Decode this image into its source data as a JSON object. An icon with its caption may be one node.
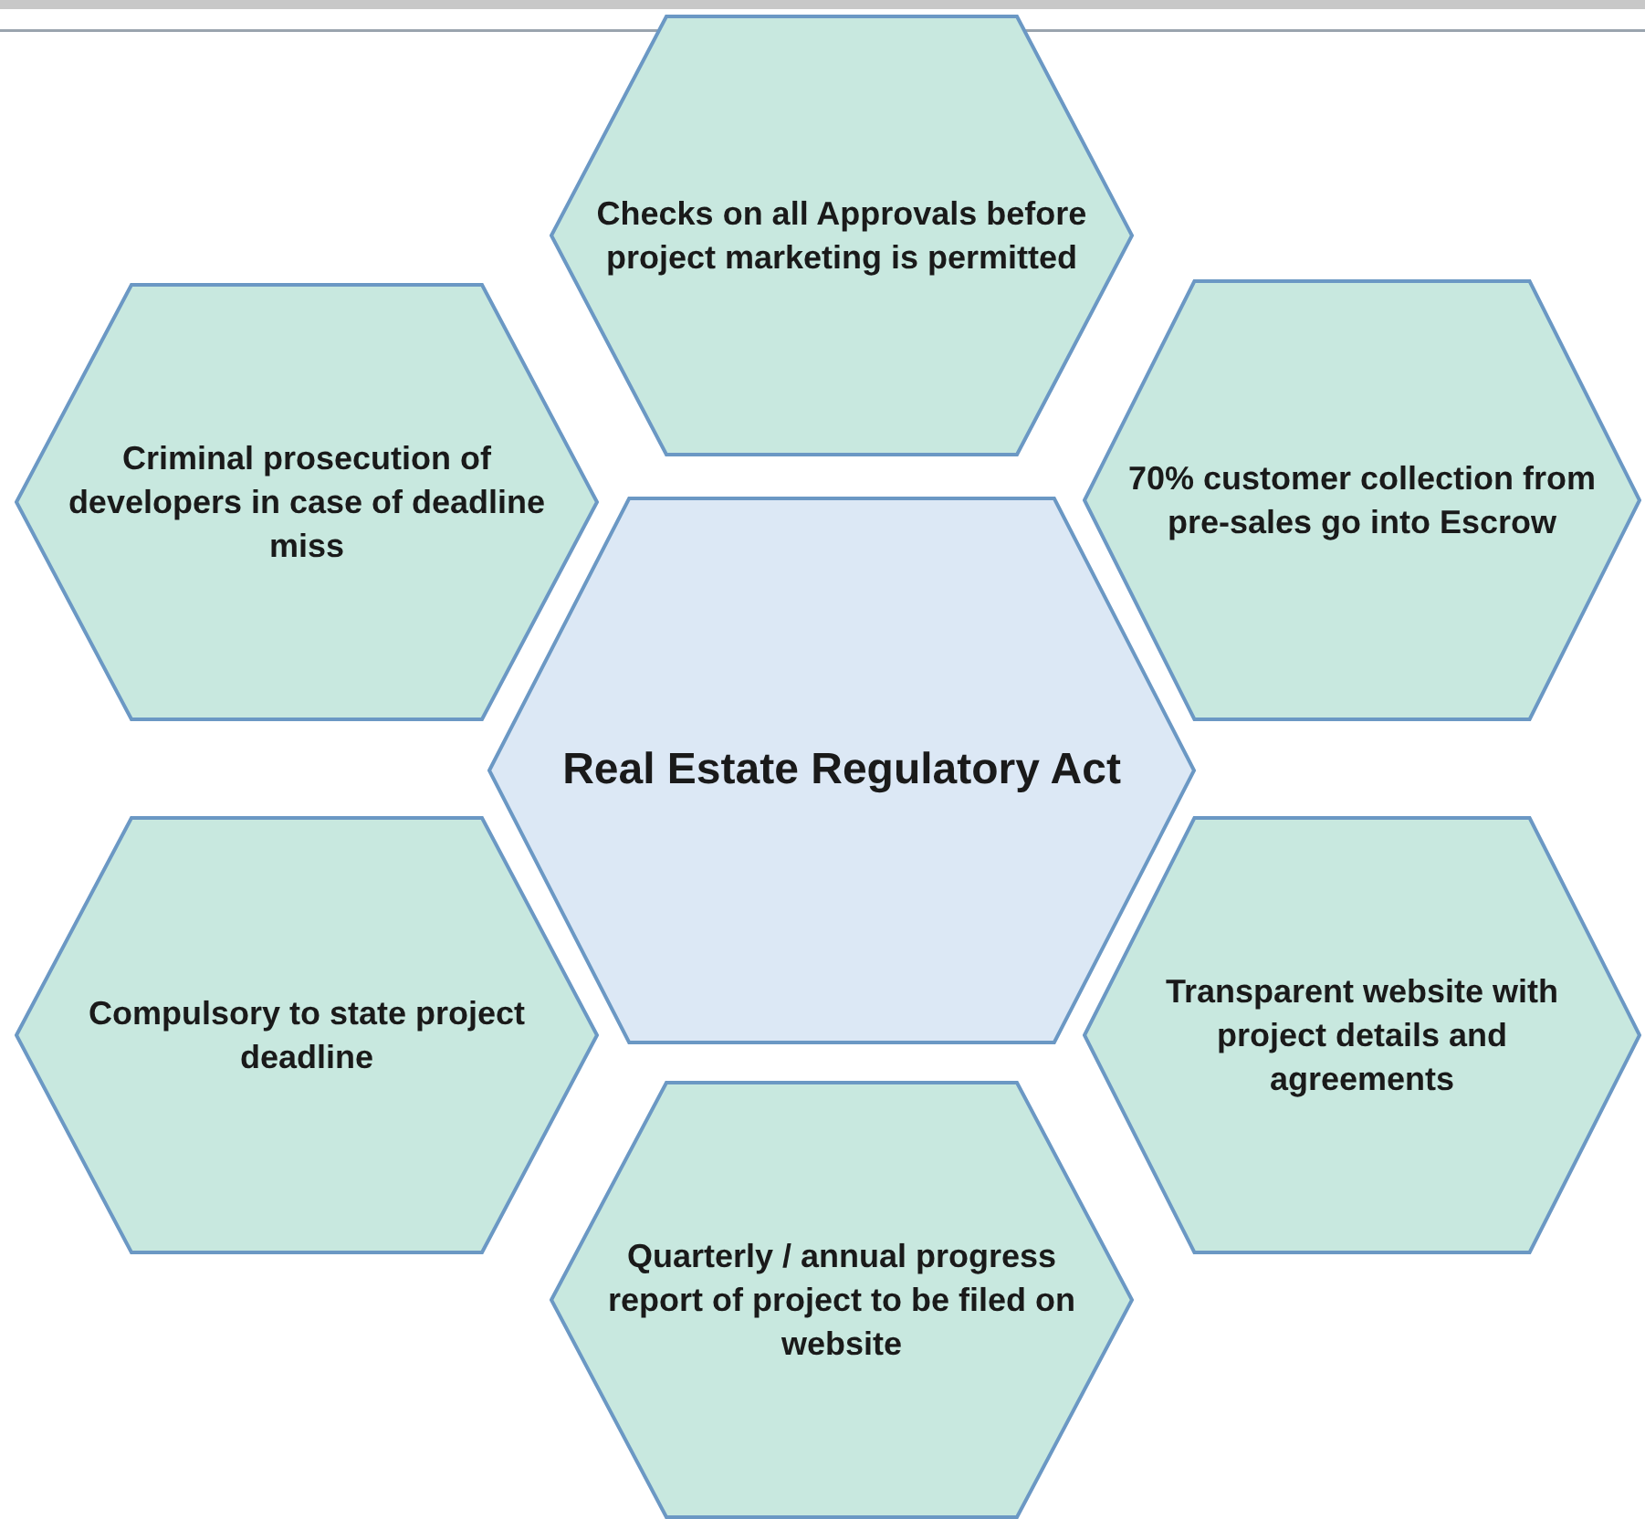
{
  "diagram": {
    "nodes": [
      {
        "text": [
          "Checks on all Approvals before project marketing is permitted"
        ]
      },
      {
        "text": [
          "Criminal prosecution of developers in case of deadline miss"
        ]
      },
      {
        "text": [
          "70% customer collection from pre-sales go into Escrow"
        ]
      },
      {
        "text": [
          "Real Estate Regulatory Act"
        ]
      },
      {
        "text": [
          "Compulsory to state project deadline"
        ]
      },
      {
        "text": [
          "Transparent website with project details and agreements"
        ]
      },
      {
        "text": [
          "Quarterly / annual progress report of project to be filed on website"
        ]
      }
    ]
  }
}
